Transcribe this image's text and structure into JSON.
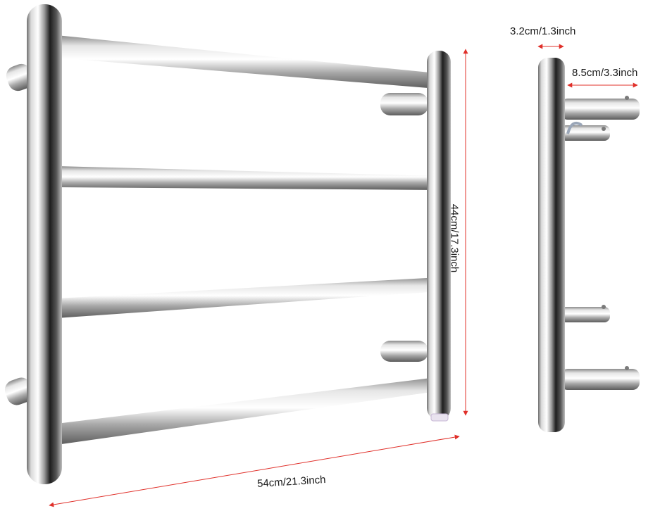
{
  "dimensions": {
    "width": "54cm/21.3inch",
    "height": "44cm/17.3inch",
    "depth": "3.2cm/1.3inch",
    "offset": "8.5cm/3.3inch"
  },
  "colors": {
    "dimension_line": "#e0302a",
    "chrome_dark": "#1b1b1b",
    "chrome_light": "#f4f4f4"
  }
}
